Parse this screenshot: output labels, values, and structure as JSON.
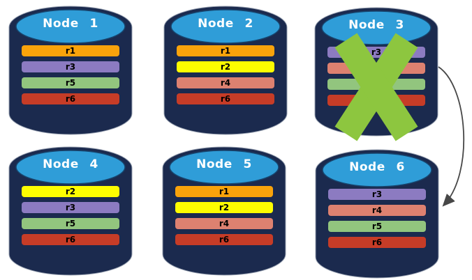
{
  "diagram": {
    "description": "Six database node cylinders with replica bars; Node 3 is crossed out and an arrow points from Node 3 to Node 6",
    "colors": {
      "background": "#ffffff",
      "cylinder_body": "#1B2A4E",
      "cylinder_outline": "#97A0B0",
      "cylinder_top": "#2F9DD8",
      "cylinder_top_border": "#17456E",
      "node_label_text": "#FFFFFF",
      "replica_label_text": "#000000",
      "failure_x": "#8DC63F",
      "arrow": "#474747"
    },
    "replica_palette": {
      "r1": "#F9A30B",
      "r2": "#FDFD00",
      "r3": "#8C7BC1",
      "r4": "#DD8170",
      "r5": "#92C57E",
      "r6": "#C63C27"
    },
    "nodes": [
      {
        "label": "Node 1",
        "failed": false,
        "replicas": [
          {
            "label": "r1",
            "color": "#F9A30B"
          },
          {
            "label": "r3",
            "color": "#8C7BC1"
          },
          {
            "label": "r5",
            "color": "#92C57E"
          },
          {
            "label": "r6",
            "color": "#C63C27"
          }
        ]
      },
      {
        "label": "Node 2",
        "failed": false,
        "replicas": [
          {
            "label": "r1",
            "color": "#F9A30B"
          },
          {
            "label": "r2",
            "color": "#FDFD00"
          },
          {
            "label": "r4",
            "color": "#DD8170"
          },
          {
            "label": "r6",
            "color": "#C63C27"
          }
        ]
      },
      {
        "label": "Node 3",
        "failed": true,
        "replicas": [
          {
            "label": "r3",
            "color": "#8C7BC1"
          },
          {
            "label": "r4",
            "color": "#DD8170"
          },
          {
            "label": "r5",
            "color": "#92C57E"
          },
          {
            "label": "r6",
            "color": "#C63C27"
          }
        ]
      },
      {
        "label": "Node 4",
        "failed": false,
        "replicas": [
          {
            "label": "r2",
            "color": "#FDFD00"
          },
          {
            "label": "r3",
            "color": "#8C7BC1"
          },
          {
            "label": "r5",
            "color": "#92C57E"
          },
          {
            "label": "r6",
            "color": "#C63C27"
          }
        ]
      },
      {
        "label": "Node 5",
        "failed": false,
        "replicas": [
          {
            "label": "r1",
            "color": "#F9A30B"
          },
          {
            "label": "r2",
            "color": "#FDFD00"
          },
          {
            "label": "r4",
            "color": "#DD8170"
          },
          {
            "label": "r6",
            "color": "#C63C27"
          }
        ]
      },
      {
        "label": "Node 6",
        "failed": false,
        "replicas": [
          {
            "label": "r3",
            "color": "#8C7BC1"
          },
          {
            "label": "r4",
            "color": "#DD8170"
          },
          {
            "label": "r5",
            "color": "#92C57E"
          },
          {
            "label": "r6",
            "color": "#C63C27"
          }
        ]
      }
    ],
    "arrow": {
      "from": "Node 3",
      "to": "Node 6",
      "style": "curved"
    },
    "failure_marker": {
      "node": "Node 3",
      "icon": "x-mark"
    }
  }
}
